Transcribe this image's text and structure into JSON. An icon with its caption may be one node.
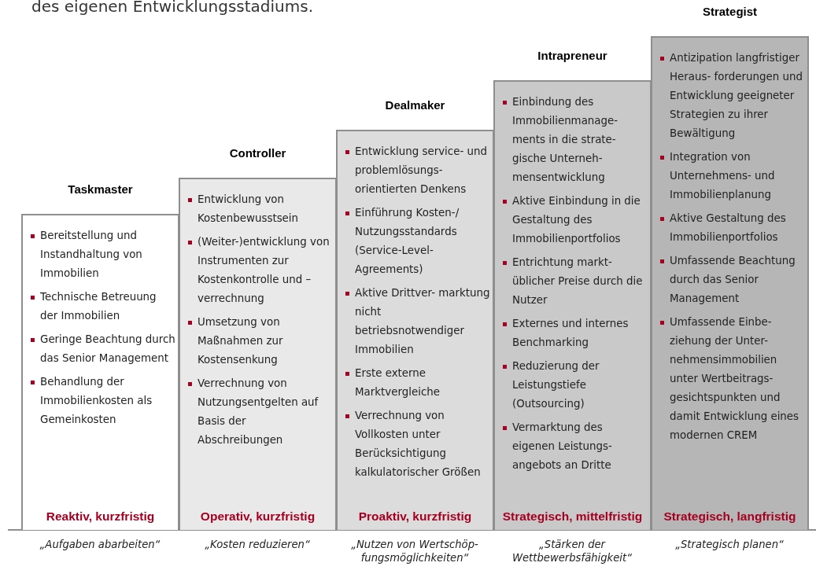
{
  "diagram": {
    "nodes": [
      {
        "text": [
          "Taskmaster",
          "Bereitstellung und Instandhaltung von Immobilien",
          "Technische Betreuung der Immobilien",
          "Geringe Beachtung durch das Senior Management",
          "Behandlung der Immobilienkosten als Gemeinkosten",
          "Reaktiv, kurzfristig"
        ],
        "beside": [
          "„Aufgaben abarbeiten“"
        ]
      },
      {
        "text": [
          "Controller",
          "Entwicklung von Kostenbewusstsein",
          "(Weiter-)entwicklung von Instrumenten zur Kostenkontrolle und –verrechnung",
          "Umsetzung von Maßnahmen zur Kostensenkung",
          "Verrechnung von Nutzungsentgelten auf Basis der Abschreibungen",
          "Operativ, kurzfristig"
        ],
        "beside": [
          "„Kosten reduzieren“"
        ]
      },
      {
        "text": [
          "Dealmaker",
          "Entwicklung service- und problemlösungs- orientierten Denkens",
          "Einführung Kosten-/ Nutzungsstandards (Service-Level-Agreements)",
          "Aktive Drittver- marktung nicht betriebsnotwendiger Immobilien",
          "Erste externe Marktvergleiche",
          "Verrechnung von Vollkosten unter Berücksichtigung kalkulatorischer Größen",
          "Proaktiv, kurzfristig"
        ],
        "beside": [
          "„Nutzen von Wertschöp- fungsmöglichkeiten“"
        ]
      },
      {
        "text": [
          "Intrapreneur",
          "Einbindung des Immobilienmanage- ments in die strate- gische Unterneh- mensentwicklung",
          "Aktive Einbindung in die Gestaltung des Immobilienportfolios",
          "Entrichtung markt- üblicher Preise durch die Nutzer",
          "Externes und internes Benchmarking",
          "Reduzierung der Leistungstiefe (Outsourcing)",
          "Vermarktung des eigenen Leistungs- angebots an Dritte",
          "Strategisch, mittelfristig"
        ],
        "beside": [
          "„Stärken der Wettbewerbsfähigkeit“"
        ]
      },
      {
        "text": [
          "Strategist",
          "Antizipation langfristiger Heraus- forderungen und Entwicklung geeigneter Strategien zu ihrer Bewältigung",
          "Integration von Unternehmens- und Immobilienplanung",
          "Aktive Gestaltung des Immobilienportfolios",
          "Umfassende Beachtung durch das Senior Management",
          "Umfassende Einbe- ziehung der Unter- nehmensimmobilien unter Wertbeitrags- gesichtspunkten und damit Entwicklung eines modernen CREM",
          "Strategisch, langfristig"
        ],
        "beside": [
          "„Strategisch planen“"
        ]
      }
    ],
    "labels": [
      "des eigenen Entwicklungsstadiums."
    ]
  }
}
